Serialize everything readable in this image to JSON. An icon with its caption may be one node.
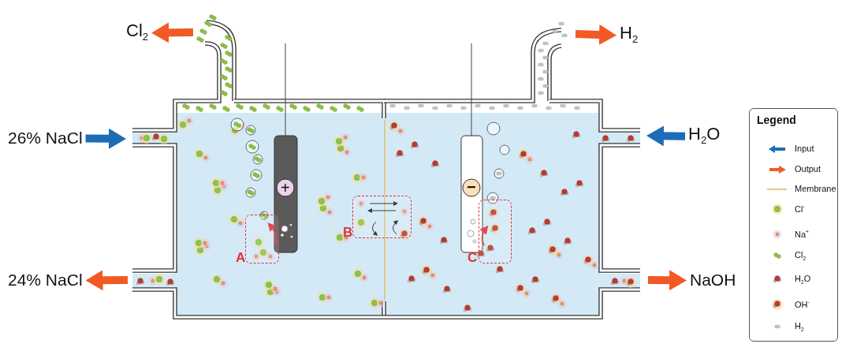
{
  "diagram": {
    "nodes": [
      {
        "text": [
          "Cl$_{2}$"
        ]
      },
      {
        "text": [
          "H$_{2}$"
        ]
      },
      {
        "text": [
          "26% NaCl"
        ]
      },
      {
        "text": [
          "H$_{2}$O"
        ]
      },
      {
        "text": [
          "24% NaCl"
        ]
      },
      {
        "text": [
          "NaOH"
        ]
      },
      {
        "text": [
          "A"
        ]
      },
      {
        "text": [
          "B"
        ]
      },
      {
        "text": [
          "C"
        ]
      }
    ],
    "edges": [
      {
        "from": null,
        "to": 0,
        "arrow": "to"
      },
      {
        "from": null,
        "to": 1,
        "arrow": "to"
      },
      {
        "from": 2,
        "to": null,
        "arrow": "to",
        "color": "#1c6db5"
      },
      {
        "from": 3,
        "to": null,
        "arrow": "to",
        "color": "#1c6db5"
      },
      {
        "from": null,
        "to": 4,
        "arrow": "to"
      },
      {
        "from": null,
        "to": 5,
        "arrow": "to"
      }
    ],
    "labels": [
      "+",
      "−",
      "Legend"
    ],
    "legend": [
      {
        "text": "Input"
      },
      {
        "text": "Output"
      },
      {
        "text": "Membrane"
      },
      {
        "text": "Cl$^{-}$"
      },
      {
        "text": "Na$^{+}$"
      },
      {
        "text": "Cl$_{2}$"
      },
      {
        "text": "H$_{2}$O"
      },
      {
        "text": "OH$^{-}$"
      },
      {
        "text": "H$_{2}$"
      }
    ]
  }
}
